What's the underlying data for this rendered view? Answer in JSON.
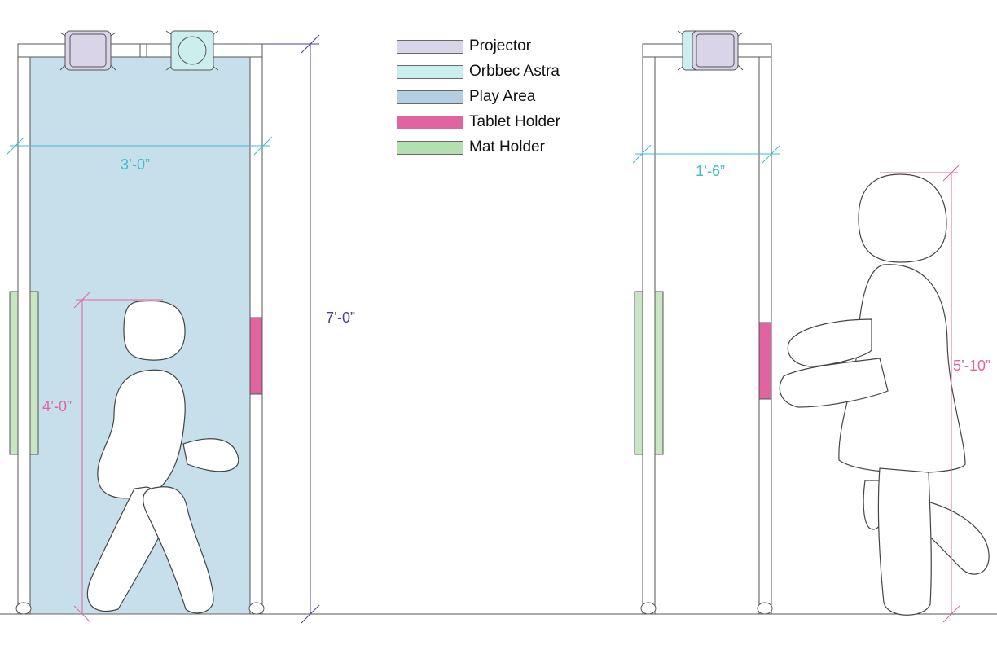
{
  "colors": {
    "projector": "#d9d4e8",
    "orbbec_astra": "#cdeeee",
    "play_area": "#c6dfea",
    "tablet_holder": "#e064a0",
    "mat_holder": "#c8e6c4",
    "dimension_cyan": "#3cbcd0",
    "dimension_purple": "#4b3f9a",
    "dimension_pink": "#e064a0",
    "frame_stroke": "#555555"
  },
  "legend": [
    {
      "label": "Projector",
      "color": "#d9d4e8"
    },
    {
      "label": "Orbbec Astra",
      "color": "#cdeeee"
    },
    {
      "label": "Play Area",
      "color": "#b5cfe2"
    },
    {
      "label": "Tablet Holder",
      "color": "#e064a0"
    },
    {
      "label": "Mat Holder",
      "color": "#b4e0b0"
    }
  ],
  "front_view": {
    "width_label": "3’-0”",
    "height_label": "7’-0”",
    "child_height_label": "4’-0”"
  },
  "side_view": {
    "depth_label": "1’-6”",
    "adult_height_label": "5’-10”"
  }
}
